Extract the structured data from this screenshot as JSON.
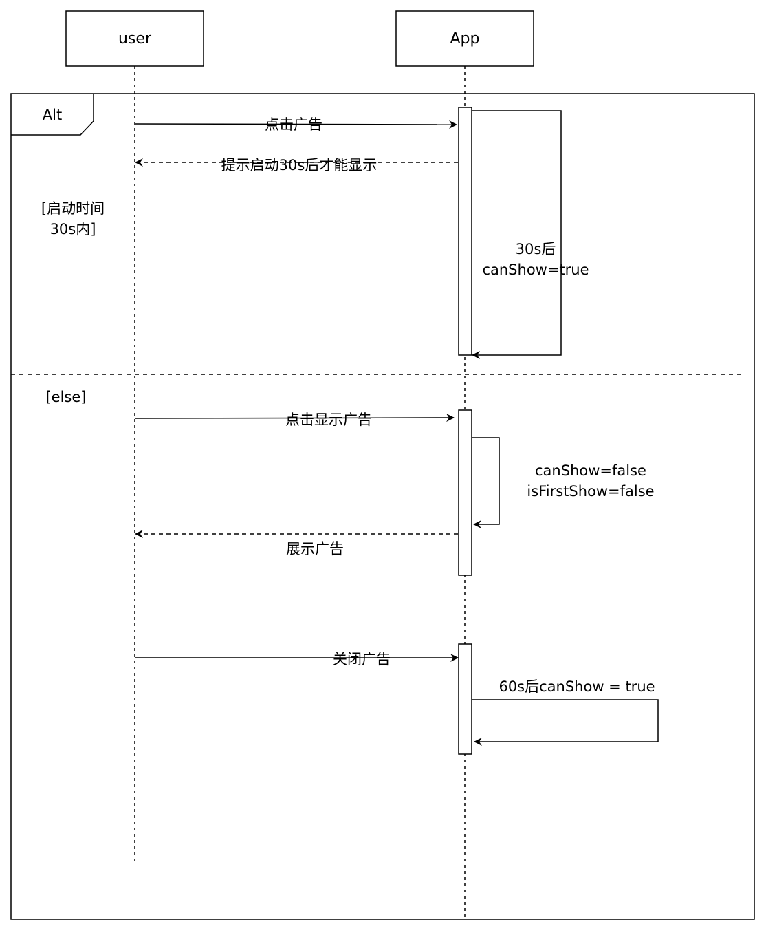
{
  "participants": {
    "user": "user",
    "app": "App"
  },
  "fragment": {
    "operator": "Alt",
    "guard_1_line_1": "[启动时间",
    "guard_1_line_2": "30s内]",
    "guard_2": "[else]"
  },
  "messages": {
    "click_ad": "点击广告",
    "hint_30s": "提示启动30s后才能显示",
    "after_30s_line_1": "30s后",
    "after_30s_line_2": "canShow=true",
    "click_show_ad": "点击显示广告",
    "flags_line_1": "canShow=false",
    "flags_line_2": "isFirstShow=false",
    "show_ad": "展示广告",
    "close_ad": "关闭广告",
    "after_60s": "60s后canShow = true"
  }
}
